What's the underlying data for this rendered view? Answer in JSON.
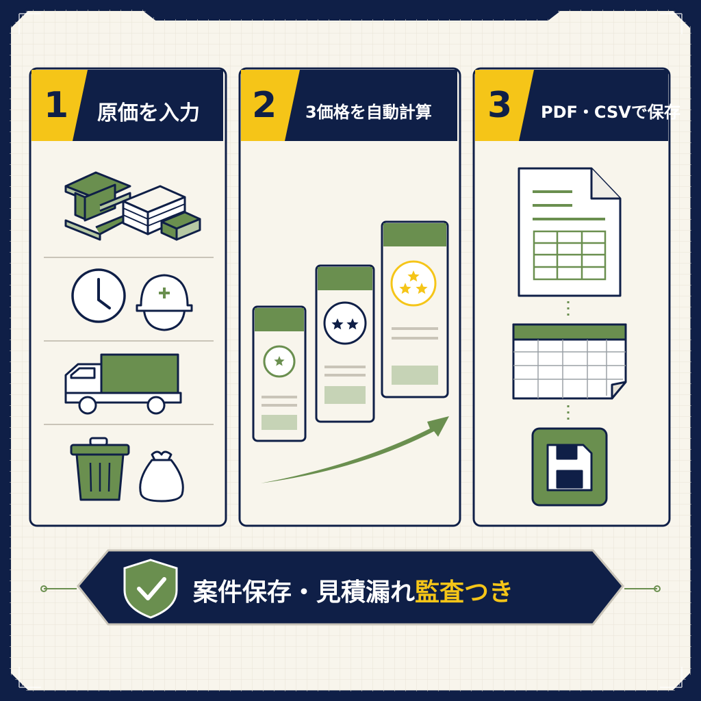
{
  "colors": {
    "navy": "#0f1f47",
    "cream": "#f8f5ec",
    "yellow": "#f5c518",
    "green": "#6a8f4f",
    "light_green": "#b7c9a4",
    "white": "#ffffff"
  },
  "steps": [
    {
      "number": "1",
      "label": "原価を入力"
    },
    {
      "number": "2",
      "label": "3価格を自動計算"
    },
    {
      "number": "3",
      "label": "PDF・CSVで保存"
    }
  ],
  "step1_icons": [
    "steel-beam-icon",
    "plates-icon",
    "clock-icon",
    "hardhat-icon",
    "truck-icon",
    "trash-can-icon",
    "garbage-bag-icon"
  ],
  "step2_tiers": [
    {
      "stars": 1,
      "icon": "star-badge-icon"
    },
    {
      "stars": 2,
      "icon": "star-badge-icon"
    },
    {
      "stars": 3,
      "icon": "star-badge-icon"
    }
  ],
  "step3_icons": [
    "document-icon",
    "spreadsheet-icon",
    "floppy-disk-icon"
  ],
  "banner": {
    "text": "案件保存・見積漏れ",
    "accent": "監査つき",
    "icon": "shield-check-icon"
  }
}
